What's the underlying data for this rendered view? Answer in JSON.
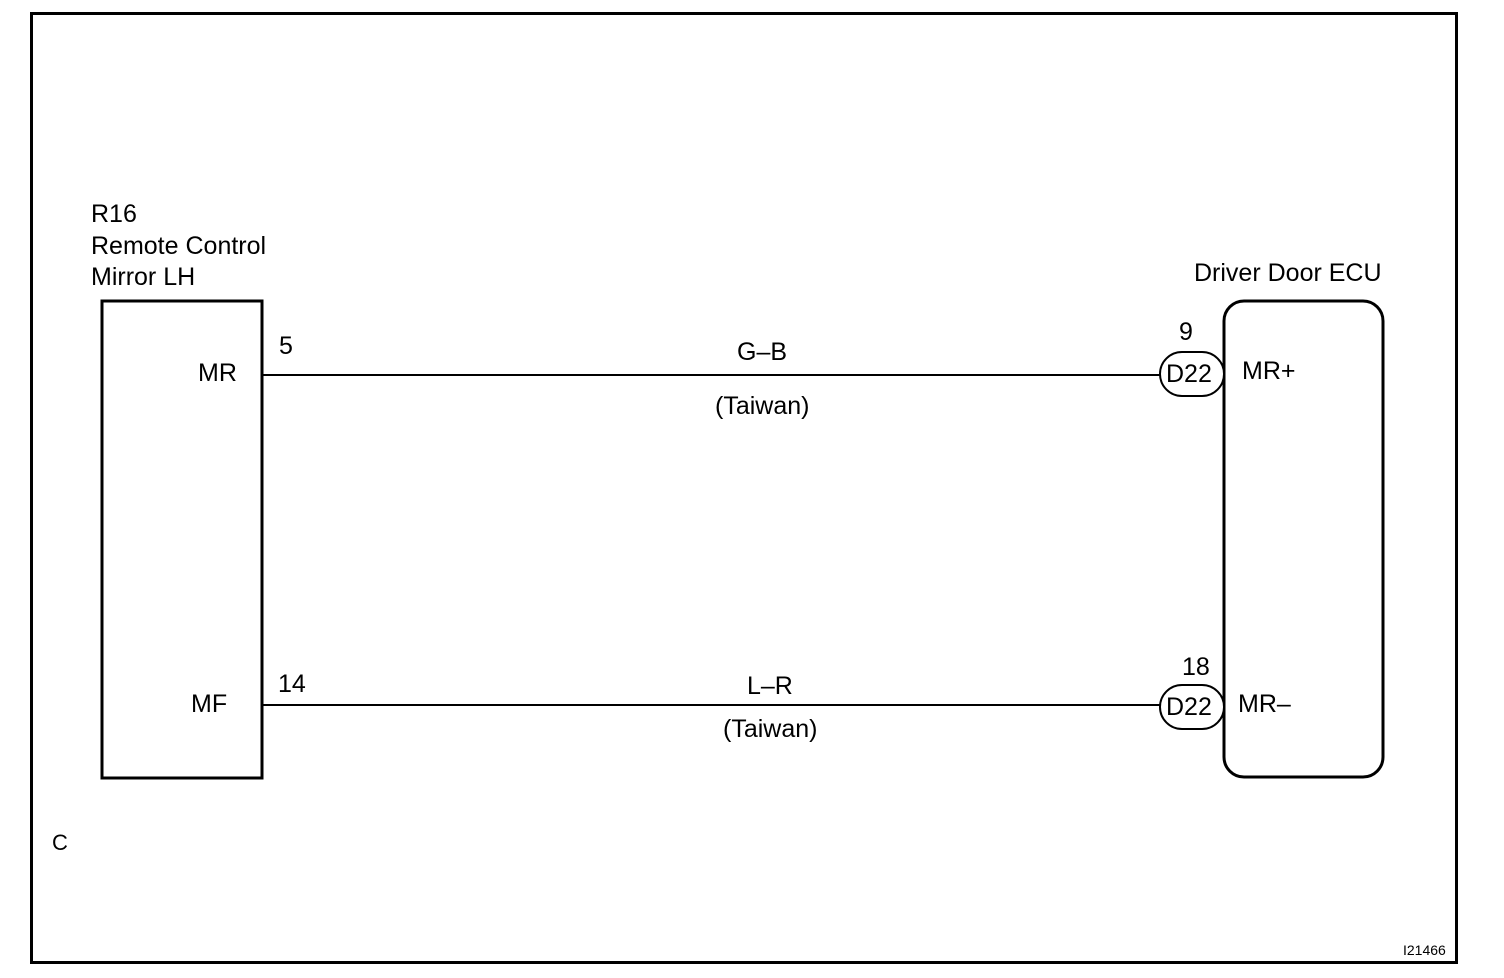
{
  "left_component": {
    "code": "R16",
    "name_line1": "Remote Control",
    "name_line2": "Mirror LH",
    "pins": [
      {
        "label": "MR",
        "number": "5"
      },
      {
        "label": "MF",
        "number": "14"
      }
    ]
  },
  "right_component": {
    "name": "Driver Door ECU",
    "pins": [
      {
        "label": "MR+",
        "number": "9",
        "connector": "D22"
      },
      {
        "label": "MR–",
        "number": "18",
        "connector": "D22"
      }
    ]
  },
  "wires": [
    {
      "color_code": "G–B",
      "note": "(Taiwan)"
    },
    {
      "color_code": "L–R",
      "note": "(Taiwan)"
    }
  ],
  "corner_label": "C",
  "figure_id": "I21466"
}
